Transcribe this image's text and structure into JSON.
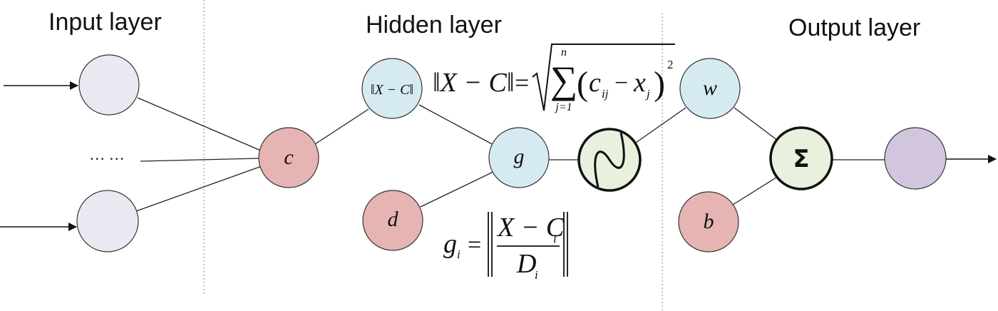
{
  "layers": {
    "input": "Input layer",
    "hidden": "Hidden layer",
    "output": "Output layer"
  },
  "nodes": {
    "input_ellipsis": "… …",
    "center": "c",
    "norm": "‖X − C‖",
    "gaussian": "g",
    "width": "d",
    "weight": "w",
    "bias": "b",
    "sum": "Σ"
  },
  "equations": {
    "distance": {
      "lhs": "‖X − C‖",
      "equals": "=",
      "sum_symbol": "∑",
      "sum_upper": "n",
      "sum_lower": "j=1",
      "open_paren": "(",
      "term1": "c",
      "term1_sub": "ij",
      "minus": "−",
      "term2": "x",
      "term2_sub": "j",
      "close_paren": ")",
      "exponent": "2"
    },
    "gaussian": {
      "lhs": "g",
      "lhs_sub": "i",
      "equals": "=",
      "numerator": "X − C",
      "numerator_sub": "i",
      "denominator": "D",
      "denominator_sub": "i"
    }
  },
  "colors": {
    "input_node": "#ECE8F2",
    "pink_node": "#E6B4B2",
    "blue_node": "#D6EAF1",
    "green_node": "#E8F0DE",
    "output_node": "#D2C6DE",
    "line": "#222222",
    "divider": "#888888"
  }
}
